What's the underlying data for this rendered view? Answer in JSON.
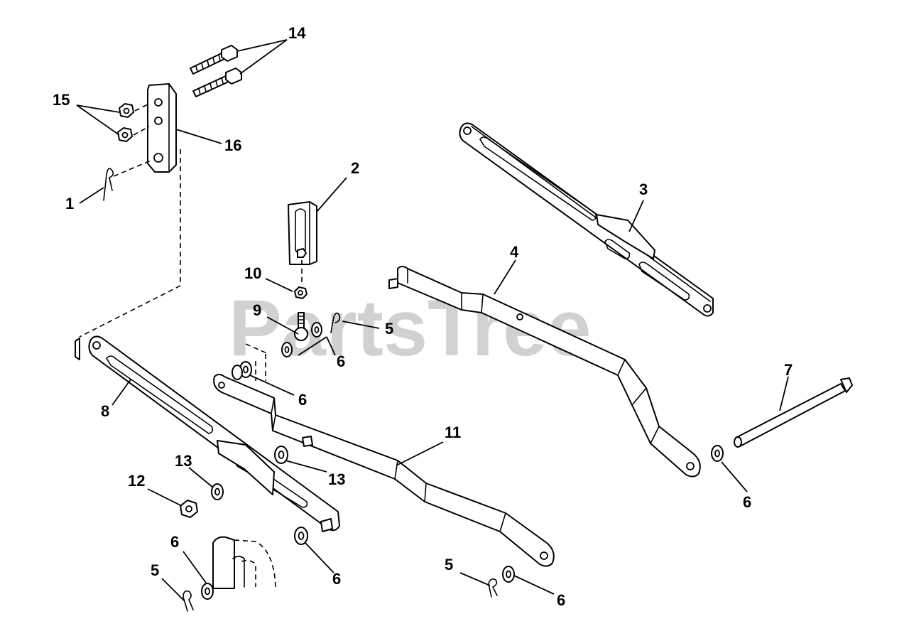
{
  "watermark": "PartsTree",
  "callouts": [
    "1",
    "2",
    "3",
    "4",
    "5",
    "6",
    "7",
    "8",
    "9",
    "10",
    "11",
    "12",
    "13",
    "14",
    "15",
    "16"
  ],
  "diagram_parts": [
    {
      "callout": "1",
      "icon": "hairpin-clip"
    },
    {
      "callout": "2",
      "icon": "slotted-bracket"
    },
    {
      "callout": "3",
      "icon": "slotted-link-bar"
    },
    {
      "callout": "4",
      "icon": "lift-arm"
    },
    {
      "callout": "5",
      "icon": "hairpin-clip"
    },
    {
      "callout": "6",
      "icon": "flat-washer"
    },
    {
      "callout": "7",
      "icon": "pin-rod"
    },
    {
      "callout": "8",
      "icon": "slotted-link-bar"
    },
    {
      "callout": "9",
      "icon": "bolt"
    },
    {
      "callout": "10",
      "icon": "hex-nut"
    },
    {
      "callout": "11",
      "icon": "lift-arm"
    },
    {
      "callout": "12",
      "icon": "hex-nut"
    },
    {
      "callout": "13",
      "icon": "flat-washer"
    },
    {
      "callout": "14",
      "icon": "hex-bolt"
    },
    {
      "callout": "15",
      "icon": "hex-nut"
    },
    {
      "callout": "16",
      "icon": "mounting-plate"
    }
  ]
}
